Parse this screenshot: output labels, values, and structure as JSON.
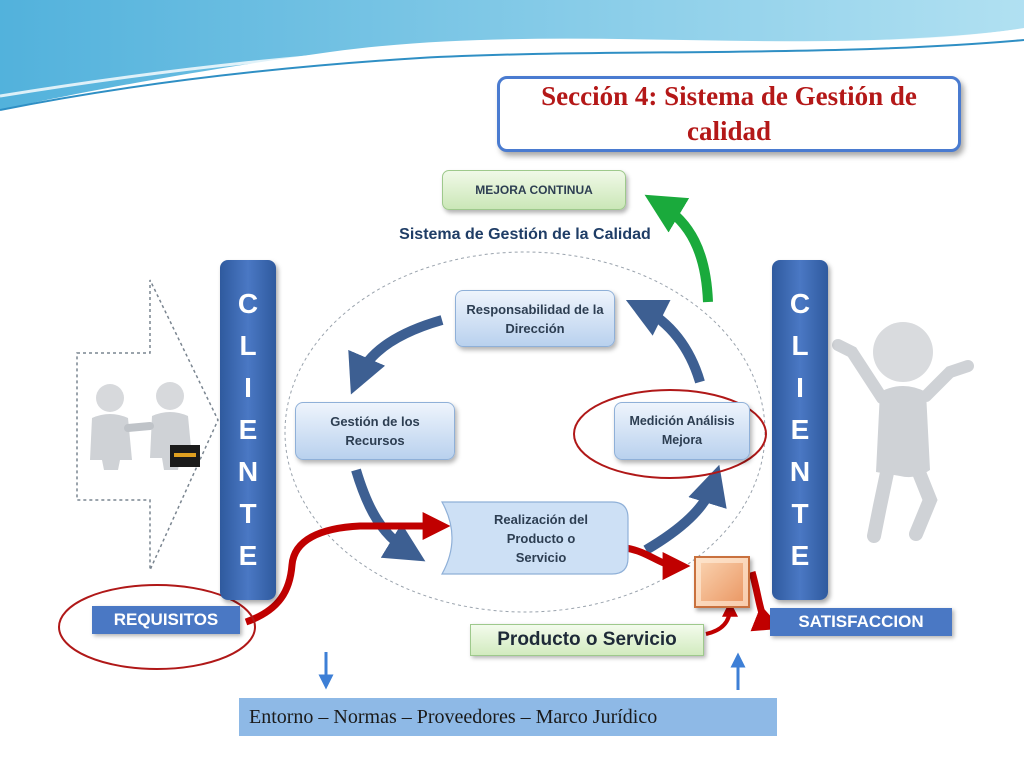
{
  "title": "Sección 4: Sistema de Gestión de calidad",
  "mejora_continua": "MEJORA CONTINUA",
  "sistema_label": "Sistema de Gestión de la Calidad",
  "processes": {
    "responsabilidad": "Responsabilidad de la Dirección",
    "gestion": "Gestión de los Recursos",
    "realizacion": "Realización del Producto o Servicio",
    "medicion": "Medición Análisis Mejora"
  },
  "cliente_letters": [
    "C",
    "L",
    "I",
    "E",
    "N",
    "T",
    "E"
  ],
  "requisitos": "REQUISITOS",
  "satisfaccion": "SATISFACCION",
  "producto_servicio": "Producto o Servicio",
  "entorno": "Entorno – Normas – Proveedores – Marco Jurídico",
  "colors": {
    "title_text": "#b41818",
    "cliente_blue": "#4a78c4",
    "cycle_arrow": "#3d5f92",
    "red_arrow": "#c00000",
    "green_arrow": "#1aaa3c",
    "highlight_ellipse": "#b01818"
  }
}
